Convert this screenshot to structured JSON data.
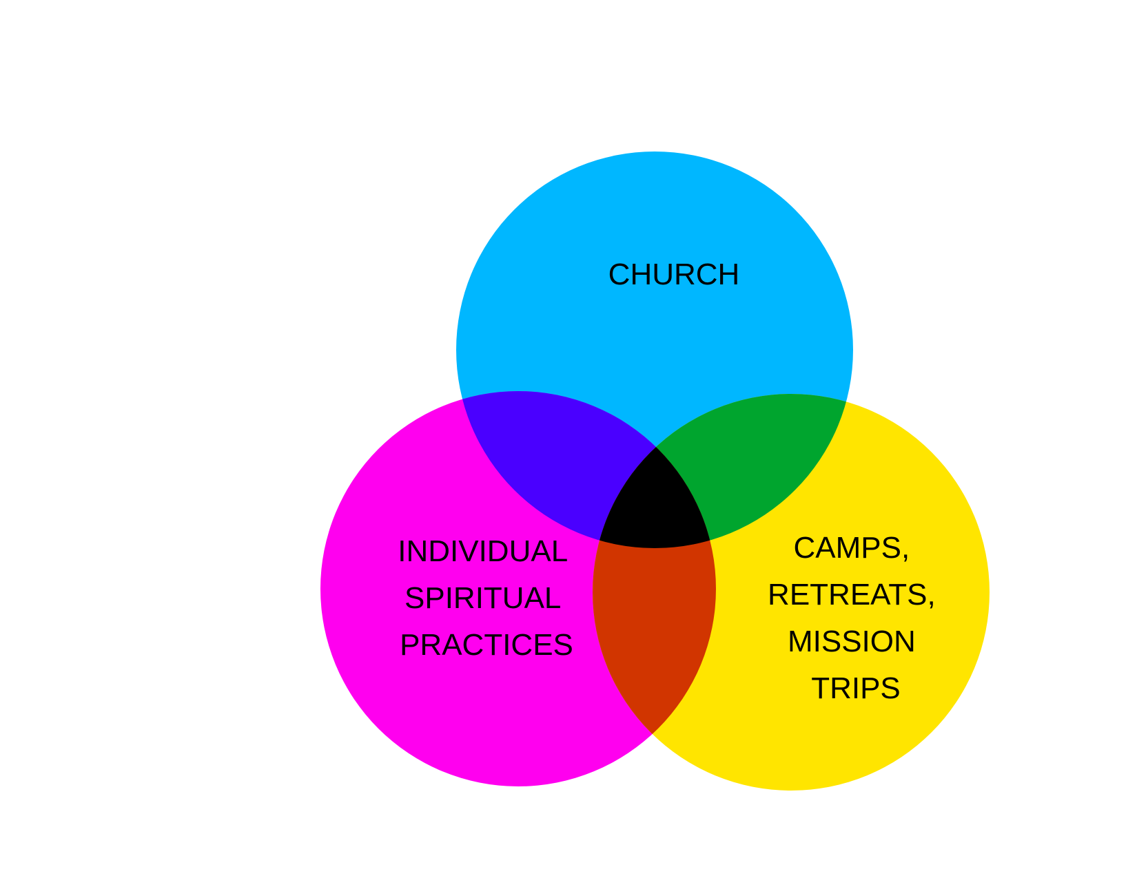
{
  "diagram": {
    "type": "venn",
    "sets": [
      {
        "id": "church",
        "lines": [
          "CHURCH"
        ],
        "color": "#00B7FF"
      },
      {
        "id": "individual",
        "lines": [
          "INDIVIDUAL",
          "SPIRITUAL",
          "PRACTICES"
        ],
        "color": "#FF00EF"
      },
      {
        "id": "camps",
        "lines": [
          "CAMPS,",
          "RETREATS,",
          "MISSION",
          "TRIPS"
        ],
        "color": "#FFE500"
      }
    ],
    "overlaps": {
      "church_individual": "#4A00FF",
      "church_camps": "#00A52E",
      "individual_camps": "#D13500",
      "all_three": "#000000"
    }
  }
}
